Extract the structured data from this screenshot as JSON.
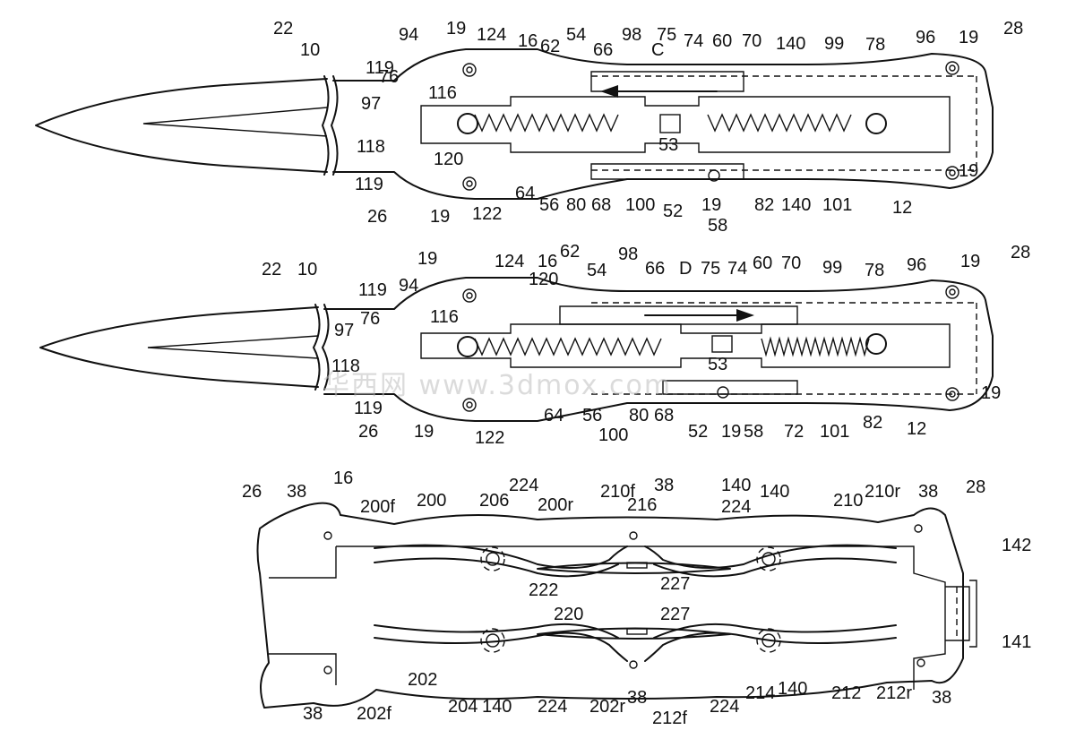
{
  "figure1": {
    "labels": [
      "22",
      "10",
      "94",
      "19",
      "124",
      "16",
      "62",
      "54",
      "66",
      "98",
      "C",
      "75",
      "74",
      "60",
      "70",
      "140",
      "99",
      "78",
      "96",
      "19",
      "28",
      "119",
      "76",
      "97",
      "116",
      "118",
      "120",
      "119",
      "26",
      "19",
      "122",
      "64",
      "56",
      "80",
      "68",
      "100",
      "52",
      "19",
      "58",
      "82",
      "140",
      "101",
      "12",
      "19",
      "53"
    ]
  },
  "figure2": {
    "labels": [
      "22",
      "10",
      "19",
      "124",
      "16",
      "62",
      "54",
      "98",
      "66",
      "D",
      "75",
      "74",
      "60",
      "70",
      "99",
      "78",
      "96",
      "19",
      "28",
      "119",
      "94",
      "120",
      "76",
      "116",
      "97",
      "118",
      "119",
      "26",
      "19",
      "122",
      "64",
      "56",
      "100",
      "80",
      "68",
      "52",
      "19",
      "58",
      "72",
      "101",
      "82",
      "12",
      "19",
      "53"
    ]
  },
  "figure3": {
    "labels": [
      "26",
      "16",
      "38",
      "200f",
      "200",
      "206",
      "224",
      "200r",
      "210f",
      "38",
      "216",
      "140",
      "224",
      "140",
      "210",
      "210r",
      "38",
      "28",
      "142",
      "222",
      "227",
      "220",
      "227",
      "141",
      "202",
      "204",
      "140",
      "224",
      "202r",
      "38",
      "212f",
      "224",
      "214",
      "140",
      "212",
      "212r",
      "38",
      "202f",
      "38"
    ]
  },
  "watermark": "华西网 www.3dmox.com"
}
